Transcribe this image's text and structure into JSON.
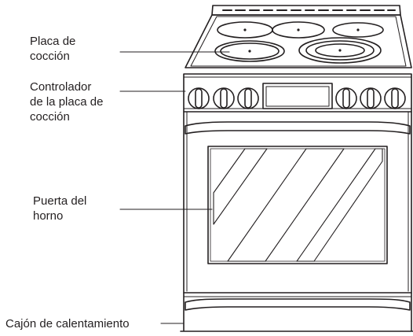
{
  "labels": {
    "cooktop": "Placa de\ncocción",
    "controls": "Controlador\nde la placa de\ncocción",
    "door": "Puerta del\nhorno",
    "drawer": "Cajón de calentamiento"
  }
}
